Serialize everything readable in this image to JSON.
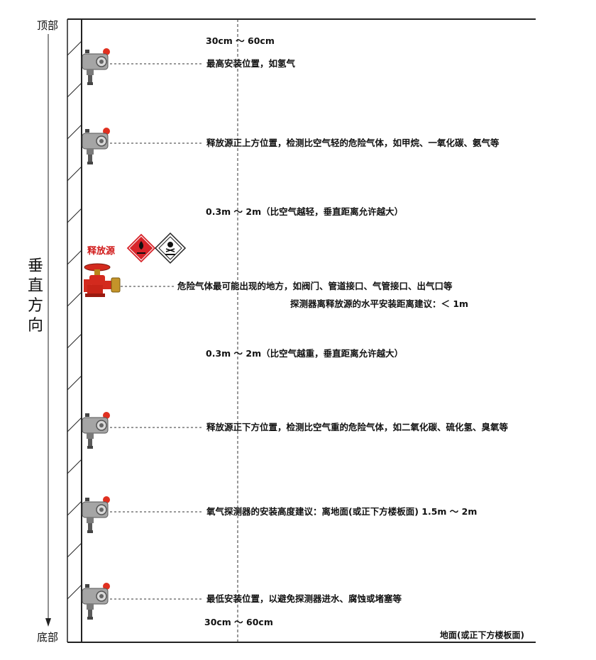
{
  "labels": {
    "top": "顶部",
    "bottom": "底部",
    "vertical": [
      "垂",
      "直",
      "方",
      "向"
    ],
    "source": "释放源",
    "ground": "地面(或正下方楼板面)"
  },
  "annotations": [
    {
      "id": "gap_top",
      "text": "30cm ～ 60cm"
    },
    {
      "id": "pos_highest",
      "text": "最高安装位置，如氢气"
    },
    {
      "id": "pos_above",
      "text": "释放源正上方位置，检测比空气轻的危险气体，如甲烷、一氧化碳、氨气等"
    },
    {
      "id": "range_light",
      "text": "0.3m ～ 2m（比空气越轻，垂直距离允许越大）"
    },
    {
      "id": "pos_source",
      "text": "危险气体最可能出现的地方，如阀门、管道接口、气管接口、出气口等"
    },
    {
      "id": "horizontal",
      "text": "探测器离释放源的水平安装距离建议：＜ 1m"
    },
    {
      "id": "range_heavy",
      "text": "0.3m ～ 2m（比空气越重，垂直距离允许越大）"
    },
    {
      "id": "pos_below",
      "text": "释放源正下方位置，检测比空气重的危险气体，如二氧化碳、硫化氢、臭氧等"
    },
    {
      "id": "oxygen",
      "text": "氧气探测器的安装高度建议：离地面(或正下方楼板面) 1.5m ～ 2m"
    },
    {
      "id": "pos_lowest",
      "text": "最低安装位置，以避免探测器进水、腐蚀或堵塞等"
    },
    {
      "id": "gap_bottom",
      "text": "30cm ～ 60cm"
    }
  ],
  "colors": {
    "line": "#222222",
    "source_text": "#d01818",
    "valve_red": "#d32a1e",
    "valve_brass": "#b8861b",
    "detector_body": "#9a9a9a",
    "detector_cap": "#e03020"
  },
  "icons": {
    "detectors": [
      "gas-detector-icon",
      "gas-detector-icon",
      "gas-detector-icon",
      "gas-detector-icon",
      "gas-detector-icon"
    ],
    "valve": "fire-valve-icon",
    "hazard_flammable": "flammable-gas-diamond-icon",
    "hazard_toxic": "toxic-gas-diamond-icon"
  }
}
